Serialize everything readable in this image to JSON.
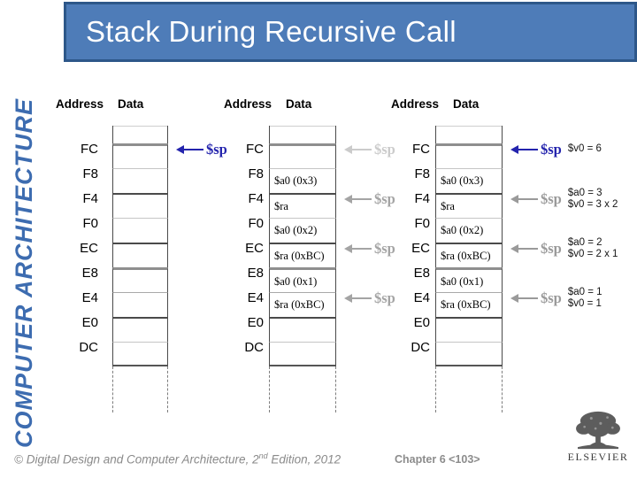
{
  "sidebar": {
    "vertical_text": "COMPUTER ARCHITECTURE"
  },
  "title": "Stack During Recursive Call",
  "footer": {
    "copyright_prefix": "© Digital Design and Computer Architecture, 2",
    "copyright_superscript": "nd",
    "copyright_suffix": " Edition, 2012",
    "chapter_label": "Chapter 6 <103>",
    "publisher": "ELSEVIER"
  },
  "colors": {
    "banner_fill": "#4e7cb8",
    "banner_border": "#2d5789",
    "sidebar_text": "#3d6cb0",
    "pointer_blue": "#2424ad",
    "pointer_gray": "#9a9a9a",
    "pointer_faint_gray": "#cbcbcb"
  },
  "stacks": [
    {
      "id": "before-call",
      "col_address": "Address",
      "col_data": "Data",
      "rows": [
        {
          "addr": "FC",
          "val": ""
        },
        {
          "addr": "F8",
          "val": ""
        },
        {
          "addr": "F4",
          "val": ""
        },
        {
          "addr": "F0",
          "val": ""
        },
        {
          "addr": "EC",
          "val": ""
        },
        {
          "addr": "E8",
          "val": ""
        },
        {
          "addr": "E4",
          "val": ""
        },
        {
          "addr": "E0",
          "val": ""
        },
        {
          "addr": "DC",
          "val": ""
        }
      ],
      "pointers": [
        {
          "row": "FC",
          "label": "$sp",
          "color": "#2424ad",
          "notes": []
        }
      ]
    },
    {
      "id": "during-call",
      "col_address": "Address",
      "col_data": "Data",
      "rows": [
        {
          "addr": "FC",
          "val": ""
        },
        {
          "addr": "F8",
          "val": "$a0 (0x3)"
        },
        {
          "addr": "F4",
          "val": "$ra"
        },
        {
          "addr": "F0",
          "val": "$a0 (0x2)"
        },
        {
          "addr": "EC",
          "val": "$ra (0xBC)"
        },
        {
          "addr": "E8",
          "val": "$a0 (0x1)"
        },
        {
          "addr": "E4",
          "val": "$ra (0xBC)"
        },
        {
          "addr": "E0",
          "val": ""
        },
        {
          "addr": "DC",
          "val": ""
        }
      ],
      "pointers": [
        {
          "row": "FC",
          "label": "$sp",
          "color": "#cbcbcb",
          "notes": []
        },
        {
          "row": "F4",
          "label": "$sp",
          "color": "#a4a4a4",
          "notes": []
        },
        {
          "row": "EC",
          "label": "$sp",
          "color": "#a4a4a4",
          "notes": []
        },
        {
          "row": "E4",
          "label": "$sp",
          "color": "#a4a4a4",
          "notes": []
        }
      ]
    },
    {
      "id": "after-call",
      "col_address": "Address",
      "col_data": "Data",
      "rows": [
        {
          "addr": "FC",
          "val": ""
        },
        {
          "addr": "F8",
          "val": "$a0 (0x3)"
        },
        {
          "addr": "F4",
          "val": "$ra"
        },
        {
          "addr": "F0",
          "val": "$a0 (0x2)"
        },
        {
          "addr": "EC",
          "val": "$ra (0xBC)"
        },
        {
          "addr": "E8",
          "val": "$a0 (0x1)"
        },
        {
          "addr": "E4",
          "val": "$ra (0xBC)"
        },
        {
          "addr": "E0",
          "val": ""
        },
        {
          "addr": "DC",
          "val": ""
        }
      ],
      "pointers": [
        {
          "row": "FC",
          "label": "$sp",
          "color": "#2424ad",
          "notes": [
            "$v0 = 6"
          ]
        },
        {
          "row": "F4",
          "label": "$sp",
          "color": "#9a9a9a",
          "notes": [
            "$a0 = 3",
            "$v0 = 3 x 2"
          ]
        },
        {
          "row": "EC",
          "label": "$sp",
          "color": "#9a9a9a",
          "notes": [
            "$a0 = 2",
            "$v0 = 2 x 1"
          ]
        },
        {
          "row": "E4",
          "label": "$sp",
          "color": "#9a9a9a",
          "notes": [
            "$a0 = 1",
            "$v0 = 1"
          ]
        }
      ]
    }
  ]
}
